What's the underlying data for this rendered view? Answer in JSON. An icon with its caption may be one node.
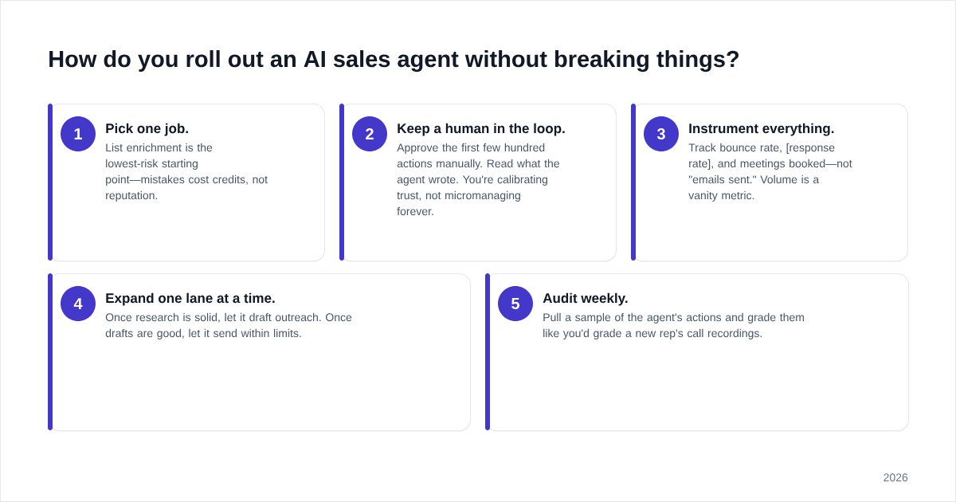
{
  "diagram": {
    "title": "How do you roll out an AI sales agent without breaking things?",
    "nodes": [
      {
        "text": [
          "Pick one job.",
          "List enrichment is the lowest-risk starting point—mistakes cost credits, not reputation."
        ]
      },
      {
        "text": [
          "1"
        ],
        "in": 0
      },
      {
        "text": [
          "Keep a human in the loop.",
          "Approve the first few hundred actions manually. Read what the agent wrote. You're calibrating trust, not micromanaging forever."
        ]
      },
      {
        "text": [
          "2"
        ],
        "in": 2
      },
      {
        "text": [
          "Instrument everything.",
          "Track bounce rate, [response rate], and meetings booked—not \"emails sent.\" Volume is a vanity metric."
        ]
      },
      {
        "text": [
          "3"
        ],
        "in": 4
      },
      {
        "text": [
          "Expand one lane at a time.",
          "Once research is solid, let it draft outreach. Once drafts are good, let it send within limits."
        ]
      },
      {
        "text": [
          "4"
        ],
        "in": 6
      },
      {
        "text": [
          "Audit weekly.",
          "Pull a sample of the agent's actions and grade them like you'd grade a new rep's call recordings."
        ]
      },
      {
        "text": [
          "5"
        ],
        "in": 8
      }
    ],
    "labels": [
      "2026"
    ]
  }
}
